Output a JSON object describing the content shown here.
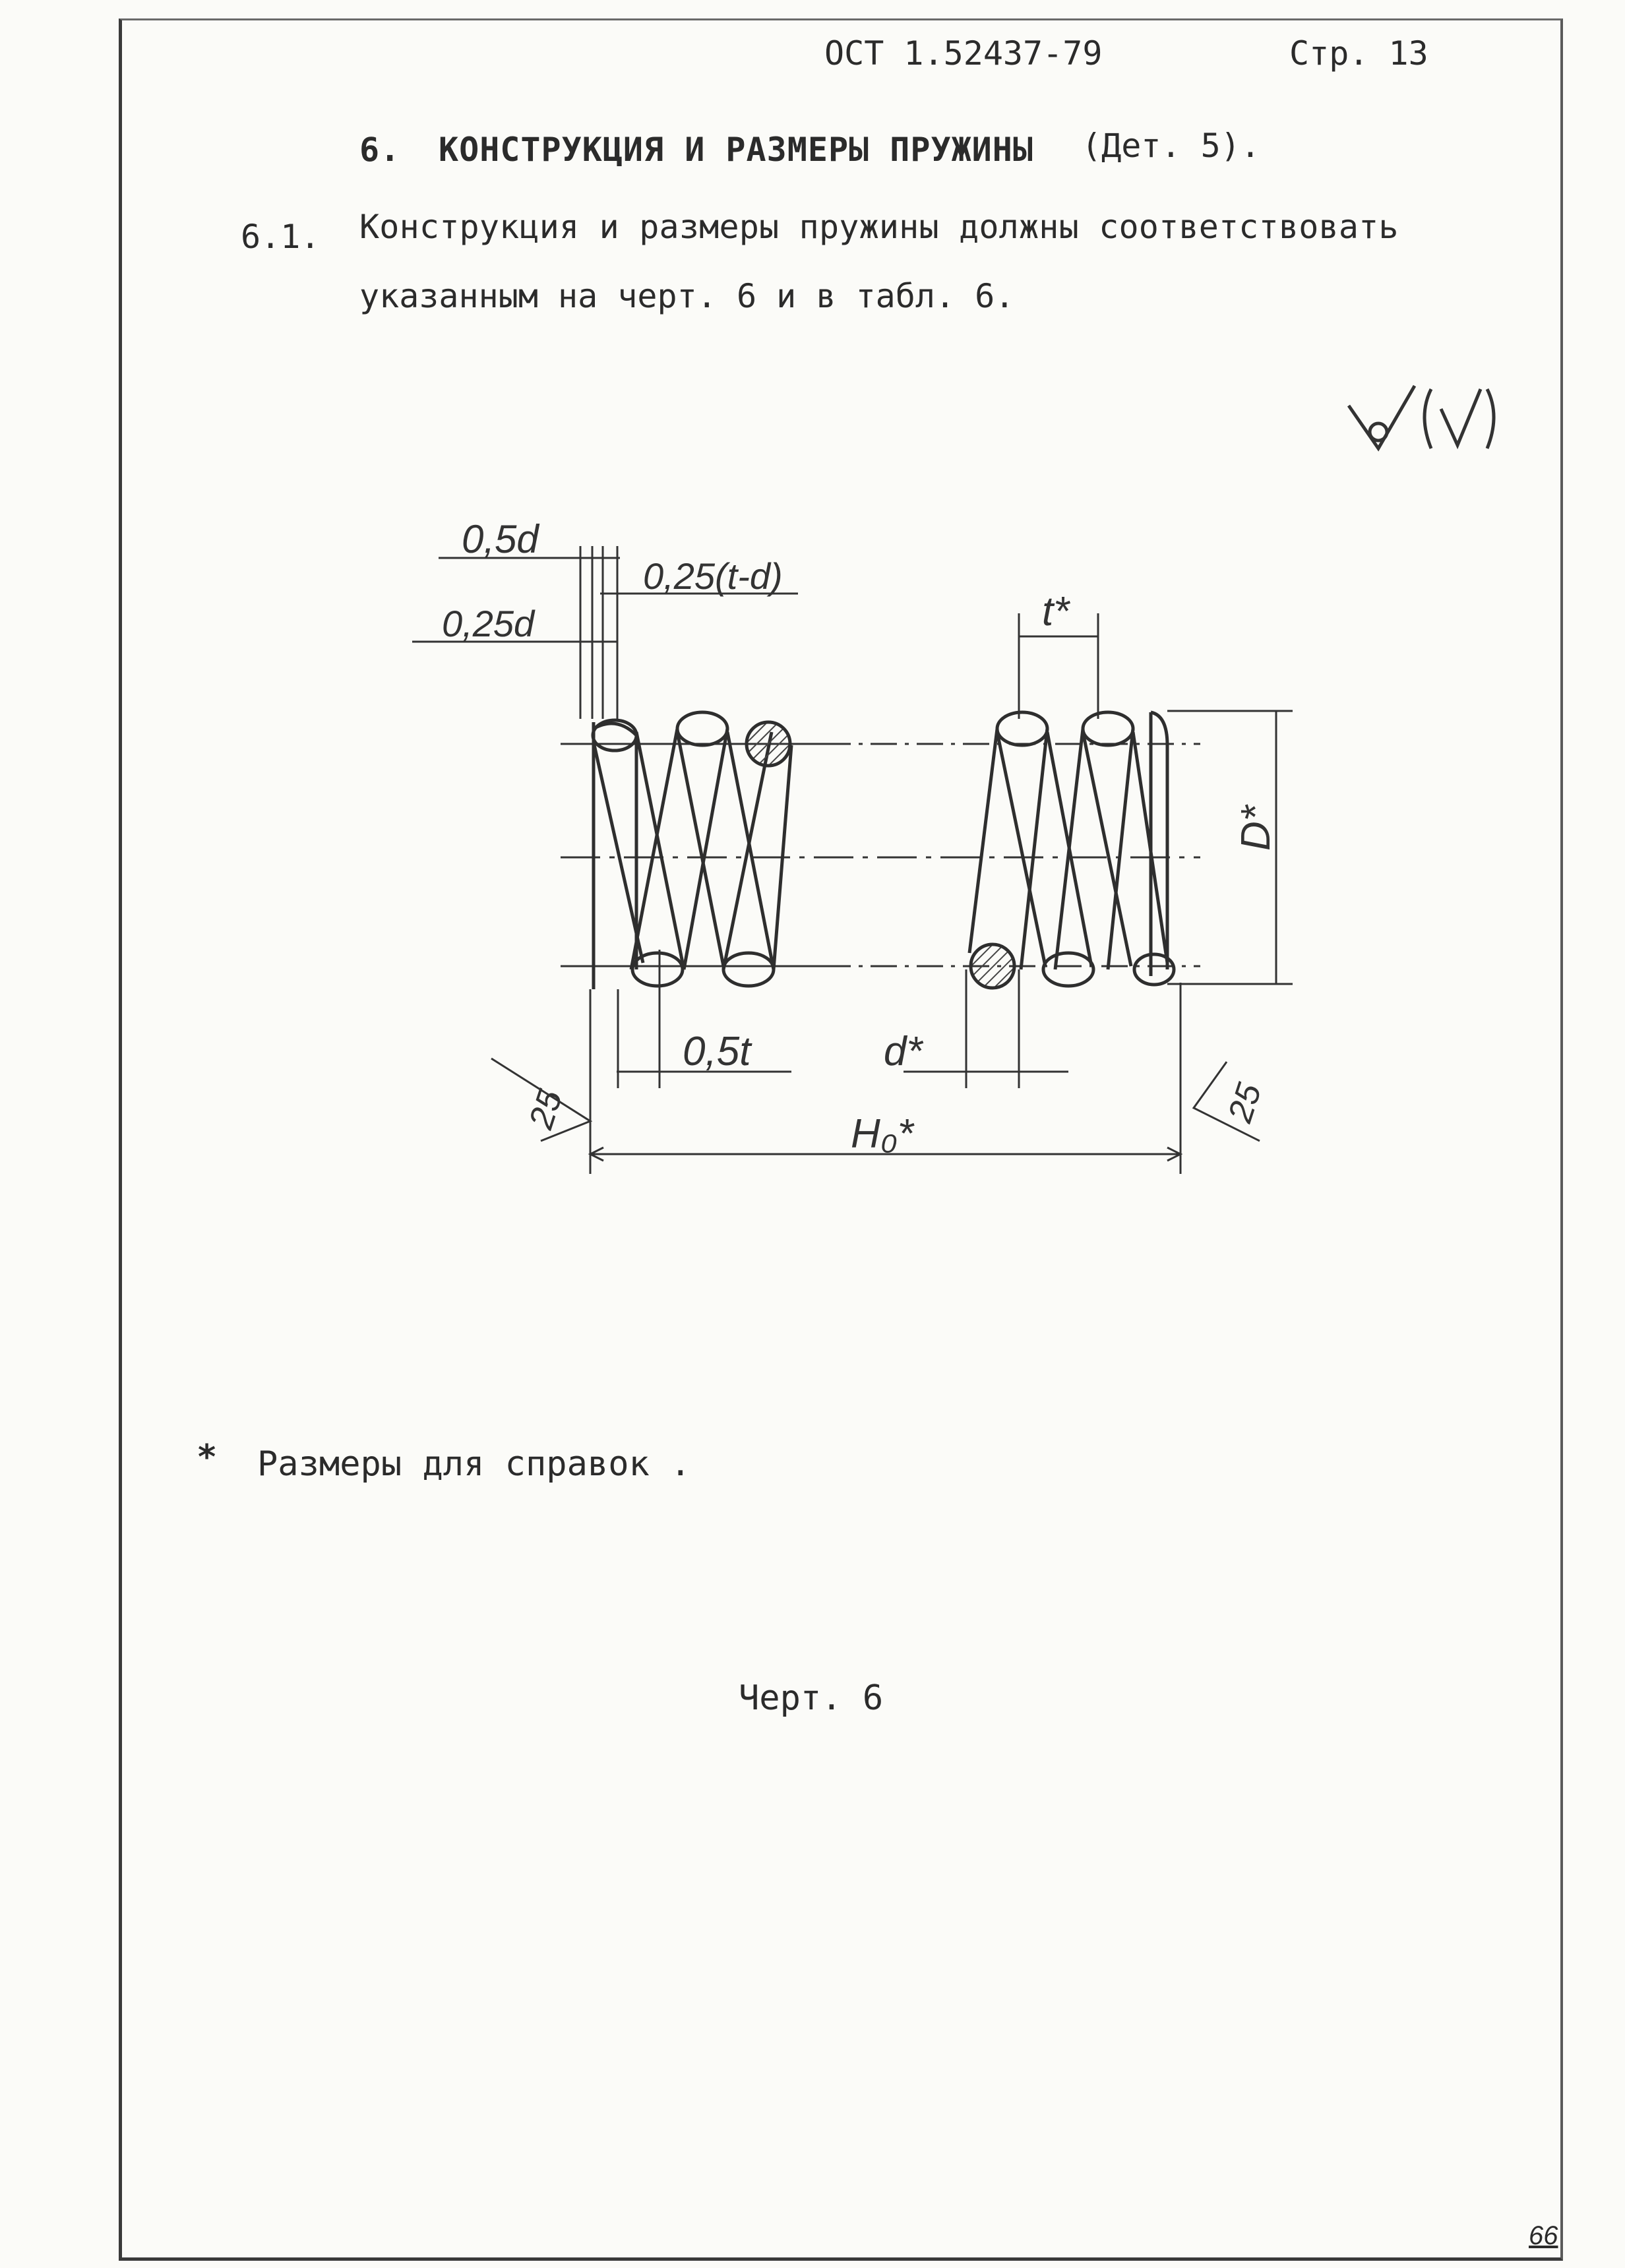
{
  "header": {
    "standard": "ОСТ 1.52437-79",
    "page_label": "Стр. 13"
  },
  "section": {
    "number": "6.",
    "title": "КОНСТРУКЦИЯ И РАЗМЕРЫ ПРУЖИНЫ",
    "detail": "(Дет. 5)."
  },
  "clause": {
    "number": "6.1.",
    "line1": "Конструкция и размеры пружины должны соответствовать",
    "line2": "указанным на черт. 6 и в табл. 6."
  },
  "roughness_mark": "✓(✓)",
  "drawing_labels": {
    "half_d": "0,5d",
    "quarter_d": "0,25d",
    "quarter_t_minus_d": "0,25(t-d)",
    "pitch": "t*",
    "outer_diameter": "D*",
    "half_t": "0,5t",
    "wire_diameter": "d*",
    "free_length": "H₀*",
    "roughness_left": "25",
    "roughness_right": "25"
  },
  "footnote": {
    "marker": "*",
    "text": "Размеры для справок ."
  },
  "figure_caption": "Черт. 6",
  "page_number": "66"
}
